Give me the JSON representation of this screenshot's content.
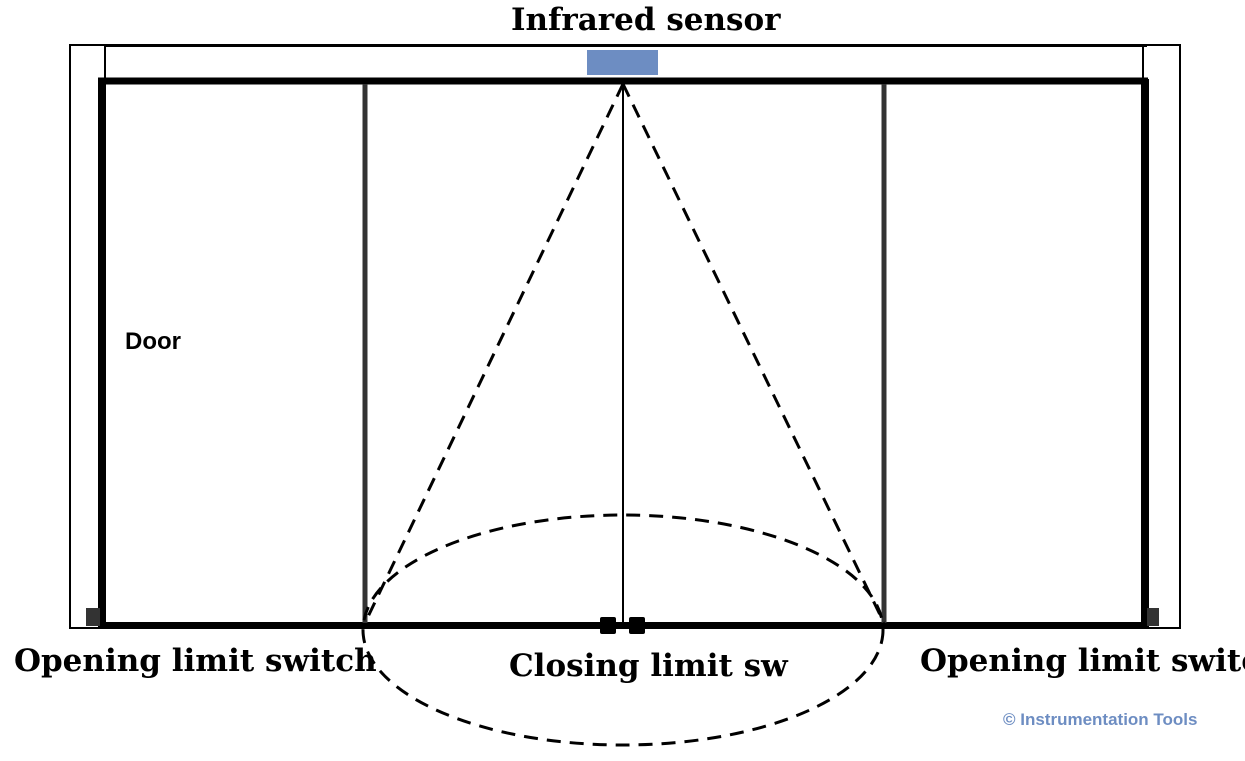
{
  "labels": {
    "title": "Infrared sensor",
    "door": "Door",
    "opening_left": "Opening limit switch",
    "closing": "Closing limit sw",
    "opening_right": "Opening limit switch",
    "copyright": "© Instrumentation Tools"
  },
  "colors": {
    "sensor": "#6d8dc2",
    "line": "#000000",
    "copyright": "#6d8dc2"
  }
}
